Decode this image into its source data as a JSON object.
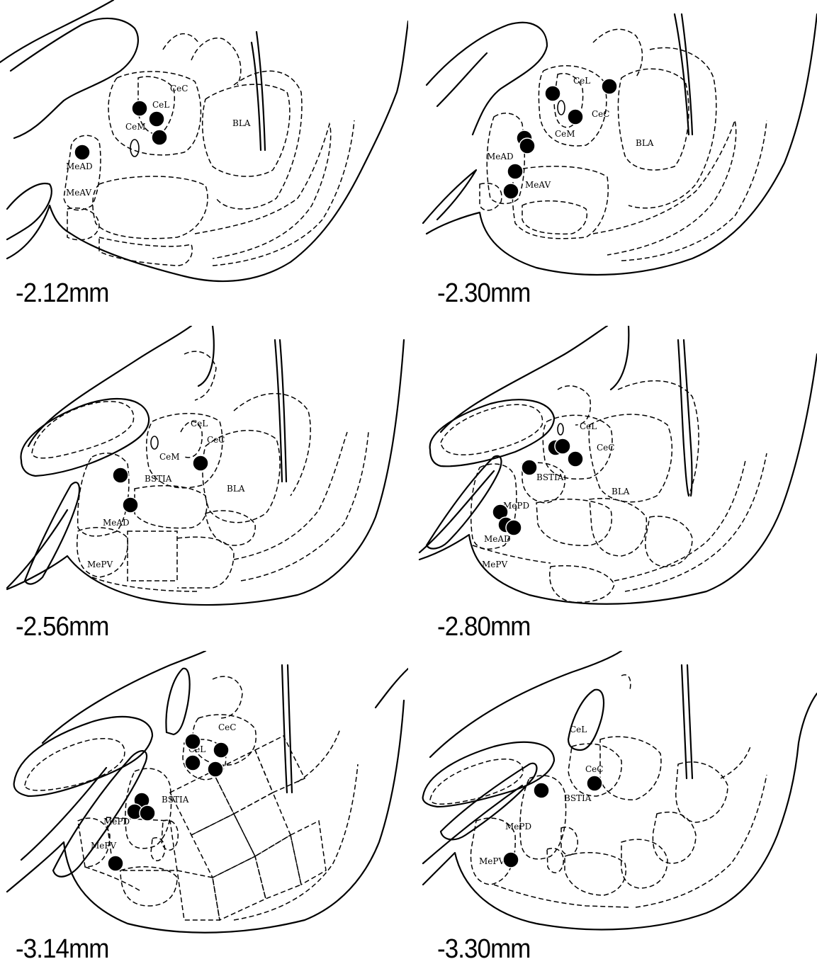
{
  "panels": [
    {
      "level": "-2.12mm",
      "labels": [
        "CeC",
        "CeL",
        "CeM",
        "BLA",
        "MeAD",
        "MeAV"
      ],
      "dots": [
        [
          197,
          153
        ],
        [
          221,
          168
        ],
        [
          225,
          194
        ],
        [
          116,
          215
        ]
      ]
    },
    {
      "level": "-2.30mm",
      "labels": [
        "CeL",
        "CeC",
        "CeM",
        "BLA",
        "MeAD",
        "MeAV"
      ],
      "dots": [
        [
          780,
          132
        ],
        [
          860,
          122
        ],
        [
          812,
          165
        ],
        [
          740,
          195
        ],
        [
          744,
          206
        ],
        [
          727,
          242
        ],
        [
          721,
          270
        ]
      ]
    },
    {
      "level": "-2.56mm",
      "labels": [
        "CeL",
        "CeC",
        "CeM",
        "BSTIA",
        "BLA",
        "MeAD",
        "MePV"
      ],
      "dots": [
        [
          283,
          654
        ],
        [
          170,
          671
        ],
        [
          184,
          713
        ]
      ]
    },
    {
      "level": "-2.80mm",
      "labels": [
        "CeL",
        "CeC",
        "BSTIA",
        "BLA",
        "MePD",
        "MeAD",
        "MePV"
      ],
      "dots": [
        [
          784,
          632
        ],
        [
          794,
          630
        ],
        [
          812,
          648
        ],
        [
          747,
          660
        ],
        [
          706,
          723
        ],
        [
          714,
          741
        ],
        [
          725,
          745
        ]
      ]
    },
    {
      "level": "-3.14mm",
      "labels": [
        "CeC",
        "CeL",
        "BSTIA",
        "MePD",
        "MePV"
      ],
      "dots": [
        [
          272,
          1047
        ],
        [
          312,
          1059
        ],
        [
          272,
          1077
        ],
        [
          304,
          1086
        ],
        [
          200,
          1130
        ],
        [
          190,
          1146
        ],
        [
          208,
          1148
        ],
        [
          163,
          1219
        ]
      ]
    },
    {
      "level": "-3.30mm",
      "labels": [
        "CeL",
        "CeC",
        "BSTIA",
        "MePD",
        "MePV"
      ],
      "dots": [
        [
          764,
          1116
        ],
        [
          839,
          1106
        ],
        [
          721,
          1214
        ]
      ]
    }
  ]
}
